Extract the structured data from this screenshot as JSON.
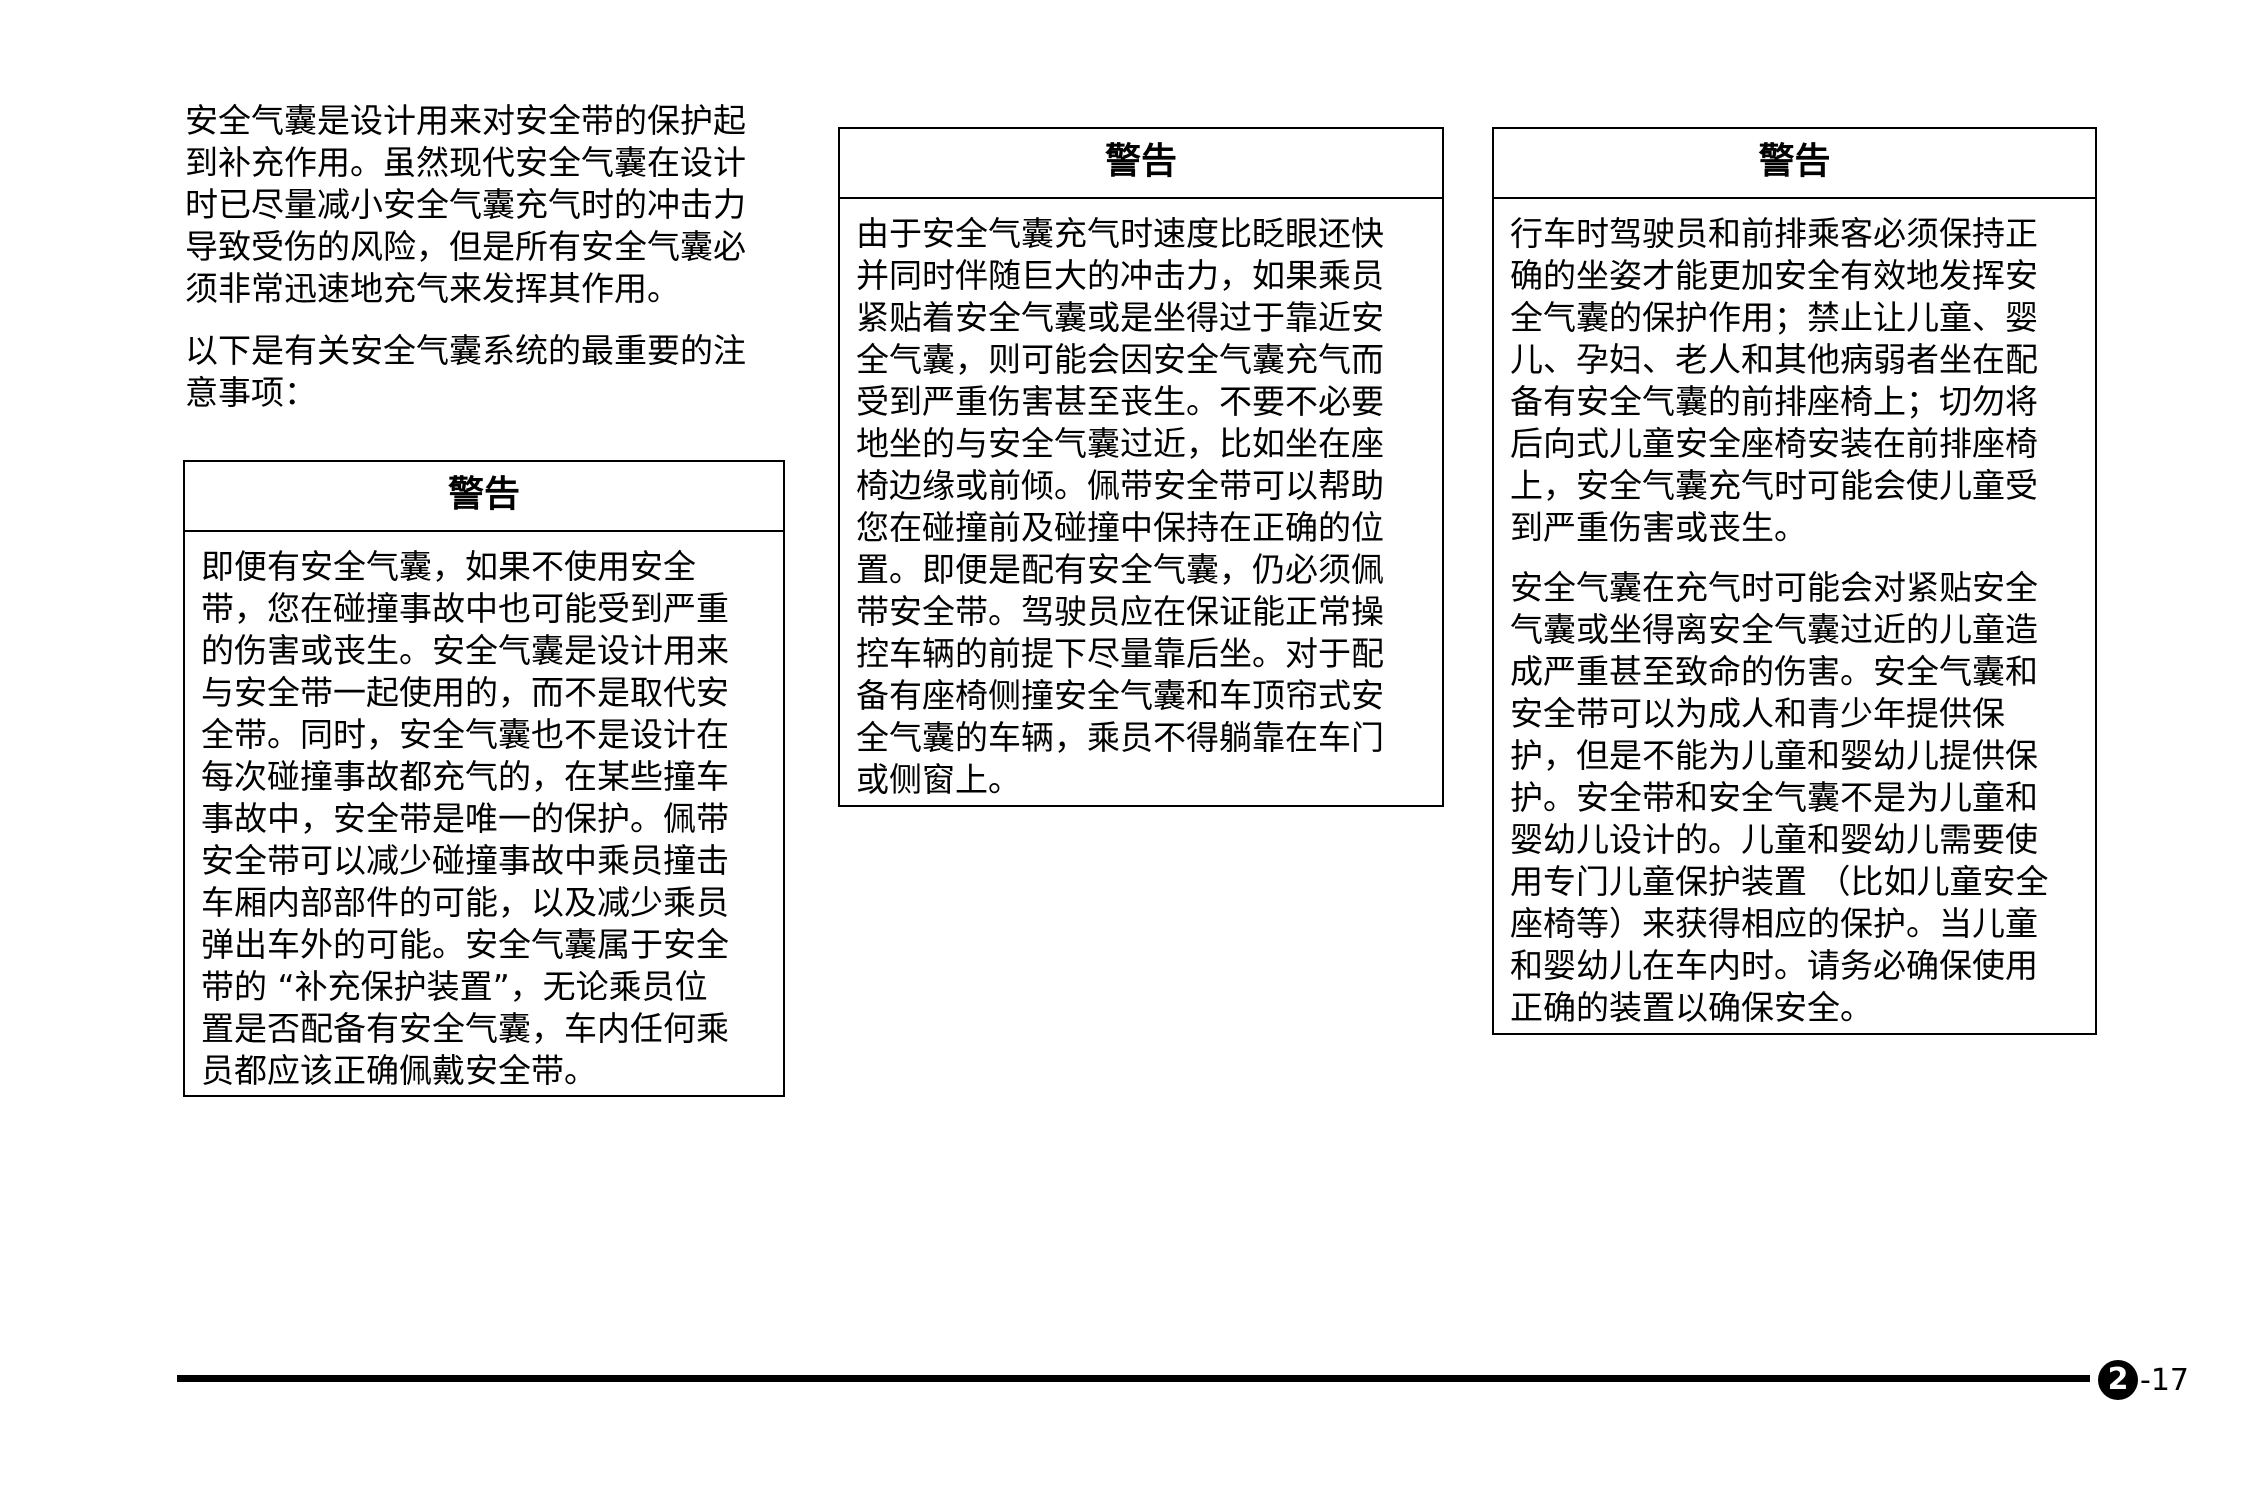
{
  "intro": {
    "paragraphs": [
      [
        "安全气囊是设计用来对安全带的保护起",
        "到补充作用。虽然现代安全气囊在设计",
        "时已尽量减小安全气囊充气时的冲击力",
        "导致受伤的风险，但是所有安全气囊必",
        "须非常迅速地充气来发挥其作用。"
      ],
      [
        "以下是有关安全气囊系统的最重要的注",
        "意事项："
      ]
    ]
  },
  "warnings": [
    {
      "title": "警告",
      "paragraphs": [
        [
          "即便有安全气囊，如果不使用安全",
          "带，您在碰撞事故中也可能受到严重",
          "的伤害或丧生。安全气囊是设计用来",
          "与安全带一起使用的，而不是取代安",
          "全带。同时，安全气囊也不是设计在",
          "每次碰撞事故都充气的，在某些撞车",
          "事故中，安全带是唯一的保护。佩带",
          "安全带可以减少碰撞事故中乘员撞击",
          "车厢内部部件的可能，以及减少乘员",
          "弹出车外的可能。安全气囊属于安全",
          "带的 “补充保护装置”，无论乘员位",
          "置是否配备有安全气囊，车内任何乘",
          "员都应该正确佩戴安全带。"
        ]
      ]
    },
    {
      "title": "警告",
      "paragraphs": [
        [
          "由于安全气囊充气时速度比眨眼还快",
          "并同时伴随巨大的冲击力，如果乘员",
          "紧贴着安全气囊或是坐得过于靠近安",
          "全气囊，则可能会因安全气囊充气而",
          "受到严重伤害甚至丧生。不要不必要",
          "地坐的与安全气囊过近，比如坐在座",
          "椅边缘或前倾。佩带安全带可以帮助",
          "您在碰撞前及碰撞中保持在正确的位",
          "置。即便是配有安全气囊，仍必须佩",
          "带安全带。驾驶员应在保证能正常操",
          "控车辆的前提下尽量靠后坐。对于配",
          "备有座椅侧撞安全气囊和车顶帘式安",
          "全气囊的车辆，乘员不得躺靠在车门",
          "或侧窗上。"
        ]
      ]
    },
    {
      "title": "警告",
      "paragraphs": [
        [
          "行车时驾驶员和前排乘客必须保持正",
          "确的坐姿才能更加安全有效地发挥安",
          "全气囊的保护作用；禁止让儿童、婴",
          "儿、孕妇、老人和其他病弱者坐在配",
          "备有安全气囊的前排座椅上；切勿将",
          "后向式儿童安全座椅安装在前排座椅",
          "上，安全气囊充气时可能会使儿童受",
          "到严重伤害或丧生。"
        ],
        [
          "安全气囊在充气时可能会对紧贴安全",
          "气囊或坐得离安全气囊过近的儿童造",
          "成严重甚至致命的伤害。安全气囊和",
          "安全带可以为成人和青少年提供保",
          "护，但是不能为儿童和婴幼儿提供保",
          "护。安全带和安全气囊不是为儿童和",
          "婴幼儿设计的。儿童和婴幼儿需要使",
          "用专门儿童保护装置 （比如儿童安全",
          "座椅等）来获得相应的保护。当儿童",
          "和婴幼儿在车内时。请务必确保使用",
          "正确的装置以确保安全。"
        ]
      ]
    }
  ],
  "footer": {
    "chapter": "2",
    "page": "-17"
  }
}
